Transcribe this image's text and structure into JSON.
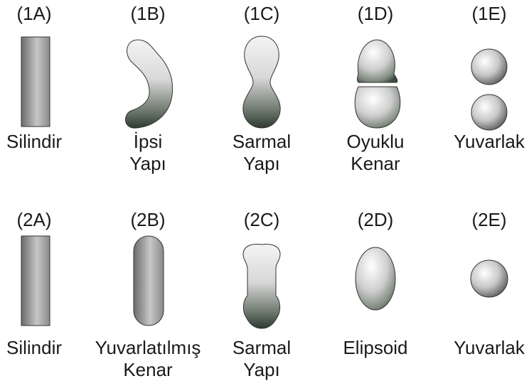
{
  "rows": [
    {
      "items": [
        {
          "code": "(1A)",
          "name": [
            "Silindir"
          ],
          "shape": "cylinder"
        },
        {
          "code": "(1B)",
          "name": [
            "İpsi",
            "Yapı"
          ],
          "shape": "curved-rod"
        },
        {
          "code": "(1C)",
          "name": [
            "Sarmal",
            "Yapı"
          ],
          "shape": "constricted-rod"
        },
        {
          "code": "(1D)",
          "name": [
            "Oyuklu",
            "Kenar"
          ],
          "shape": "split-domes"
        },
        {
          "code": "(1E)",
          "name": [
            "Yuvarlak"
          ],
          "shape": "two-spheres"
        }
      ]
    },
    {
      "items": [
        {
          "code": "(2A)",
          "name": [
            "Silindir"
          ],
          "shape": "cylinder"
        },
        {
          "code": "(2B)",
          "name": [
            "Yuvarlatılmış",
            "Kenar"
          ],
          "shape": "rounded-rod"
        },
        {
          "code": "(2C)",
          "name": [
            "Sarmal",
            "Yapı"
          ],
          "shape": "necked-rod"
        },
        {
          "code": "(2D)",
          "name": [
            "Elipsoid"
          ],
          "shape": "ellipsoid"
        },
        {
          "code": "(2E)",
          "name": [
            "Yuvarlak"
          ],
          "shape": "sphere"
        }
      ]
    }
  ]
}
